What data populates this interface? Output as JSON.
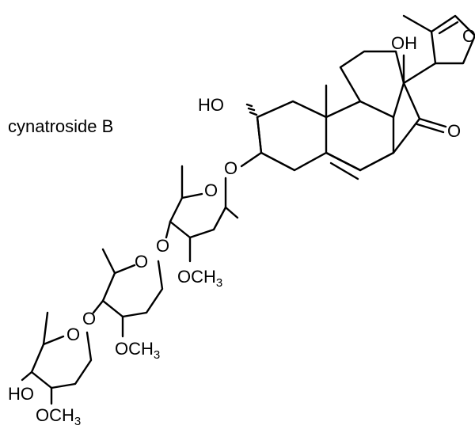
{
  "compound": {
    "name": "cynatroside B"
  },
  "atom_labels": {
    "ho_ring": "HO",
    "oh_top": "OH",
    "ketone_o": "O",
    "furan_o": "O",
    "glyco_link_1": "O",
    "sugar1_ring_o": "O",
    "och3_1": "OCH",
    "glyco_link_2": "O",
    "sugar2_ring_o": "O",
    "och3_2": "OCH",
    "glyco_link_3": "O",
    "sugar3_ring_o": "O",
    "ho_sugar3": "HO",
    "och3_3": "OCH",
    "methyl_subscript": "3"
  }
}
